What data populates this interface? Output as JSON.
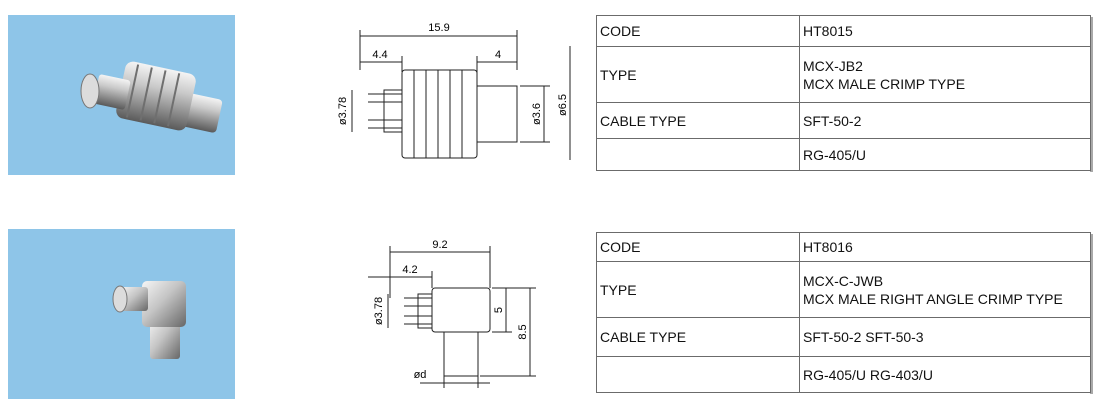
{
  "products": [
    {
      "dims": {
        "overall": "15.9",
        "front": "4.4",
        "rear": "4",
        "pin_dia": "ø3.78",
        "body_dia": "ø3.6",
        "outer_dia": "ø6.5"
      },
      "spec": {
        "code_label": "CODE",
        "code": "HT8015",
        "type_label": "TYPE",
        "type_lines": [
          "MCX-JB2",
          "MCX MALE CRIMP TYPE"
        ],
        "cable_label": "CABLE TYPE",
        "cable_lines": [
          "SFT-50-2",
          "RG-405/U"
        ]
      }
    },
    {
      "dims": {
        "overall": "9.2",
        "front": "4.2",
        "pin_dia": "ø3.78",
        "height_a": "5",
        "height_b": "8.5",
        "stem_dia": "ød"
      },
      "spec": {
        "code_label": "CODE",
        "code": "HT8016",
        "type_label": "TYPE",
        "type_lines": [
          "MCX-C-JWB",
          "MCX MALE RIGHT ANGLE CRIMP TYPE"
        ],
        "cable_label": "CABLE TYPE",
        "cable_lines": [
          "SFT-50-2 SFT-50-3",
          "RG-405/U RG-403/U"
        ]
      }
    }
  ]
}
